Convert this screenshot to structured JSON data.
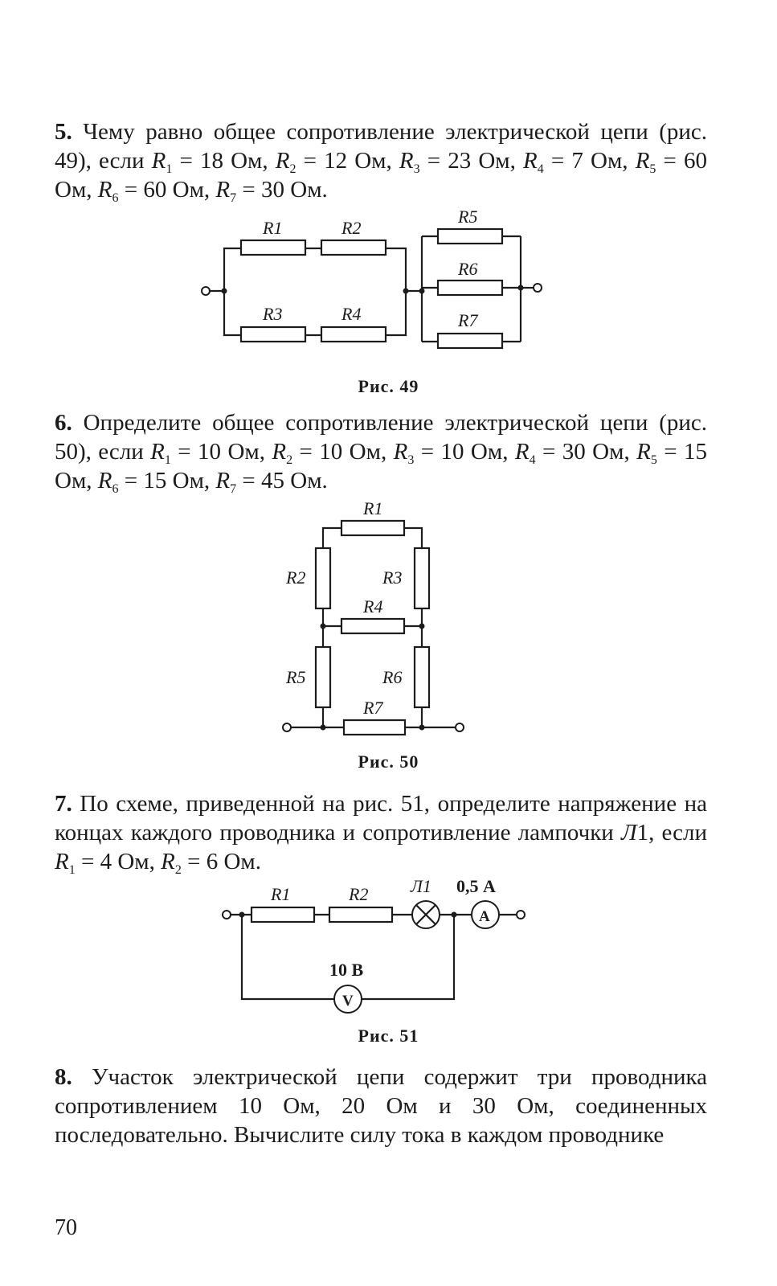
{
  "problems": [
    {
      "number": "5.",
      "text_html": "Чему равно общее сопротивление электрической цепи (рис. 49), если <i>R</i><sub>1</sub> = 18 Ом, <i>R</i><sub>2</sub> = 12 Ом, <i>R</i><sub>3</sub> = 23 Ом, <i>R</i><sub>4</sub> = 7 Ом, <i>R</i><sub>5</sub> = 60 Ом, <i>R</i><sub>6</sub> = 60 Ом, <i>R</i><sub>7</sub> = 30 Ом."
    },
    {
      "number": "6.",
      "text_html": "Определите общее сопротивление электрической цепи (рис. 50), если <i>R</i><sub>1</sub> = 10 Ом, <i>R</i><sub>2</sub> = 10 Ом, <i>R</i><sub>3</sub> = 10 Ом, <i>R</i><sub>4</sub> = 30 Ом, <i>R</i><sub>5</sub> = 15 Ом, <i>R</i><sub>6</sub> = 15 Ом, <i>R</i><sub>7</sub> = 45 Ом."
    },
    {
      "number": "7.",
      "text_html": "По схеме, приведенной на рис. 51, определите напряжение на концах каждого проводника и сопротивление лампочки <i>Л</i>1, если <i>R</i><sub>1</sub> = 4 Ом, <i>R</i><sub>2</sub> = 6 Ом."
    },
    {
      "number": "8.",
      "text_html": "Участок электрической цепи содержит три проводника сопротивлением 10 Ом, 20 Ом и 30 Ом, соединенных последовательно. Вычислите силу тока в каждом проводнике"
    }
  ],
  "figures": {
    "fig49": {
      "caption": "Рис. 49",
      "labels": {
        "r1": "R1",
        "r2": "R2",
        "r3": "R3",
        "r4": "R4",
        "r5": "R5",
        "r6": "R6",
        "r7": "R7"
      }
    },
    "fig50": {
      "caption": "Рис. 50",
      "labels": {
        "r1": "R1",
        "r2": "R2",
        "r3": "R3",
        "r4": "R4",
        "r5": "R5",
        "r6": "R6",
        "r7": "R7"
      }
    },
    "fig51": {
      "caption": "Рис. 51",
      "labels": {
        "r1": "R1",
        "r2": "R2",
        "lamp": "Л1",
        "current": "0,5 А",
        "voltage": "10 В",
        "ammeter": "A",
        "voltmeter": "V"
      }
    }
  },
  "page_number": "70"
}
